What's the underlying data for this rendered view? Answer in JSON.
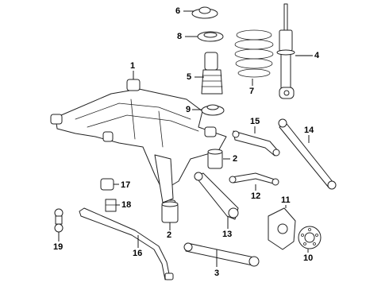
{
  "callouts": {
    "c1": "1",
    "c2a": "2",
    "c2b": "2",
    "c3": "3",
    "c4": "4",
    "c5": "5",
    "c6": "6",
    "c7": "7",
    "c8": "8",
    "c9": "9",
    "c10": "10",
    "c11": "11",
    "c12": "12",
    "c13": "13",
    "c14": "14",
    "c15": "15",
    "c16": "16",
    "c17": "17",
    "c18": "18",
    "c19": "19"
  },
  "colors": {
    "line": "#222222",
    "background": "#ffffff"
  }
}
